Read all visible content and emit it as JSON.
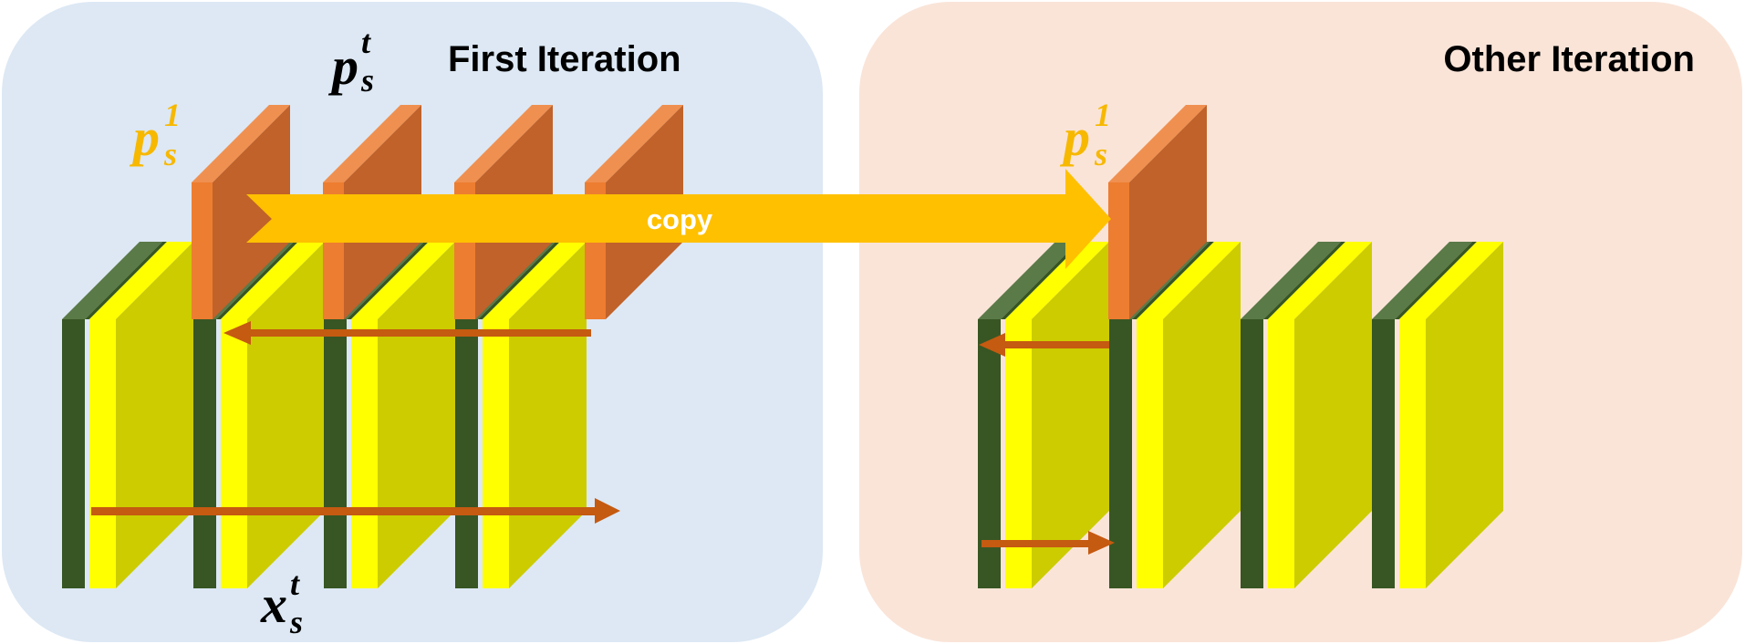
{
  "panels": {
    "first": {
      "title": "First Iteration",
      "color": "#dde8f4"
    },
    "other": {
      "title": "Other Iteration",
      "color": "#fae4d8"
    }
  },
  "labels": {
    "p_t": {
      "base": "p",
      "sub": "s",
      "sup": "t",
      "color": "#000000"
    },
    "p_1_left": {
      "base": "p",
      "sub": "s",
      "sup": "1",
      "color": "#f7b800"
    },
    "p_1_right": {
      "base": "p",
      "sub": "s",
      "sup": "1",
      "color": "#f7b800"
    },
    "x_t": {
      "base": "x",
      "sub": "s",
      "sup": "t",
      "color": "#000000"
    }
  },
  "copy_arrow": {
    "label": "copy",
    "color": "#ffc000"
  },
  "colors": {
    "dark_green": "#375623",
    "light_green": "#5a7a48",
    "yellow": "#ffff00",
    "olive": "#cccc00",
    "orange": "#ed7d31",
    "orange_dark": "#c0622a",
    "orange_light": "#f09050",
    "arrow": "#c55a11"
  }
}
